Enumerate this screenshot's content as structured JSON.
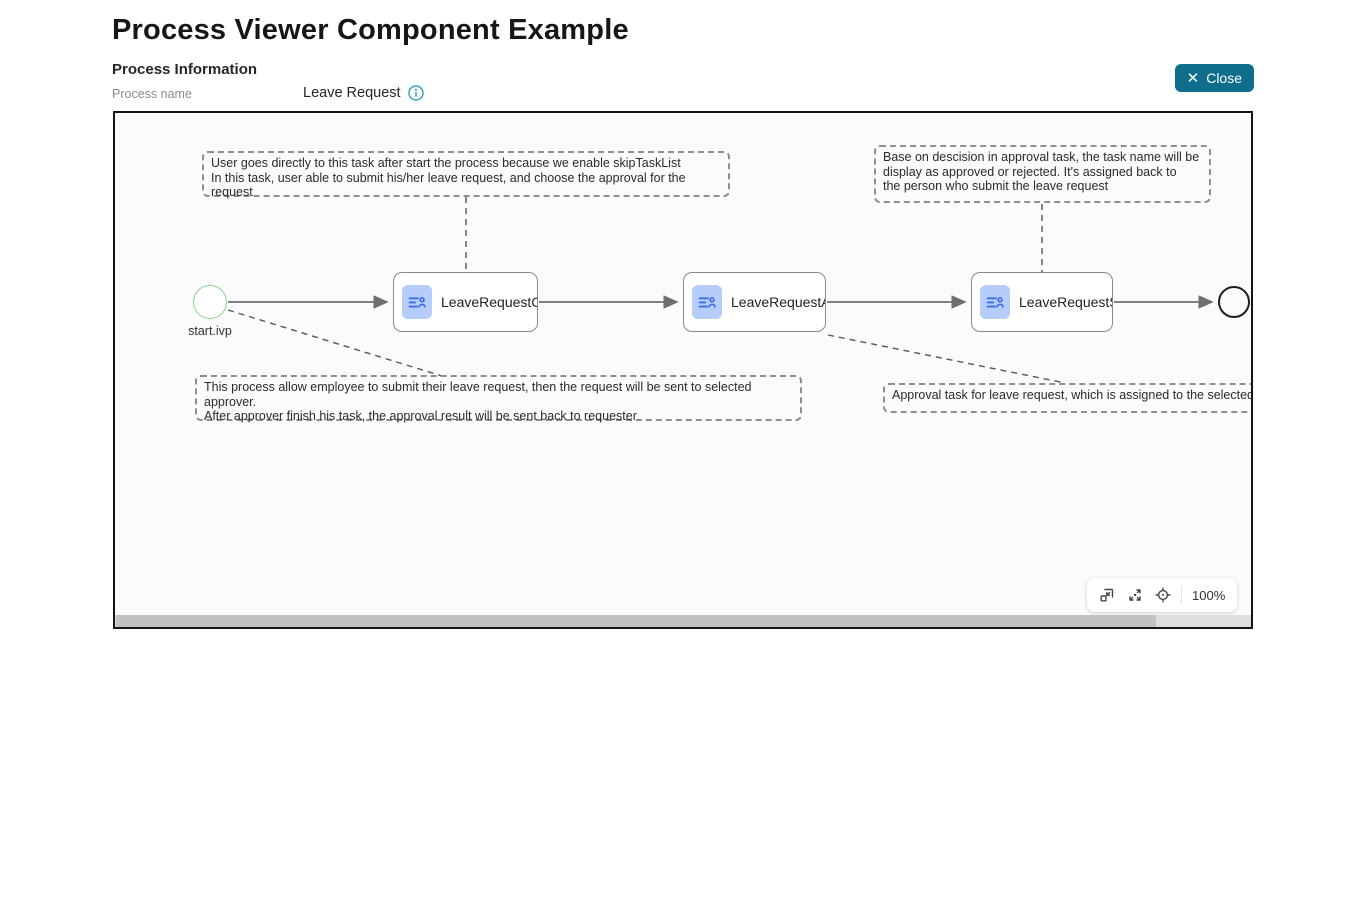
{
  "page": {
    "title": "Process Viewer Component Example"
  },
  "header": {
    "section_heading": "Process Information",
    "process_name_label": "Process name",
    "process_name_value": "Leave Request",
    "close_label": "Close"
  },
  "diagram": {
    "start_event": {
      "label": "start.ivp"
    },
    "tasks": [
      {
        "label": "LeaveRequestCre"
      },
      {
        "label": "LeaveRequestApp"
      },
      {
        "label": "LeaveRequestSun"
      }
    ],
    "annotations": [
      {
        "text": "User goes directly to this task after start the process because we enable skipTaskList\nIn this task, user able to submit his/her leave request, and choose the approval for the request"
      },
      {
        "text": "Base on descision in approval task, the task name will be\ndisplay as approved or rejected. It's assigned back to\nthe person who submit the leave request"
      },
      {
        "text": "This process allow employee to submit their leave request, then the request will be sent to selected approver.\nAfter approver finish his task, the approval result will be sent back to requester"
      },
      {
        "text": "Approval task for leave request, which is assigned to the selected approver"
      }
    ],
    "controls": {
      "zoom_level": "100%"
    },
    "icons": {
      "close": "close-icon",
      "info": "info-icon",
      "task": "user-task-icon",
      "fit": "fit-view-icon",
      "expand": "expand-icon",
      "center": "center-icon"
    }
  },
  "colors": {
    "accent_teal": "#0f6e8c",
    "info_icon": "#1898b4",
    "start_event_green": "#86d58f",
    "task_icon_bg": "#b6cdfb",
    "task_icon_glyph": "#3a6ee8",
    "flow_line": "#6e6e6e",
    "canvas_border": "#141414",
    "end_event": "#1f1f1f"
  }
}
